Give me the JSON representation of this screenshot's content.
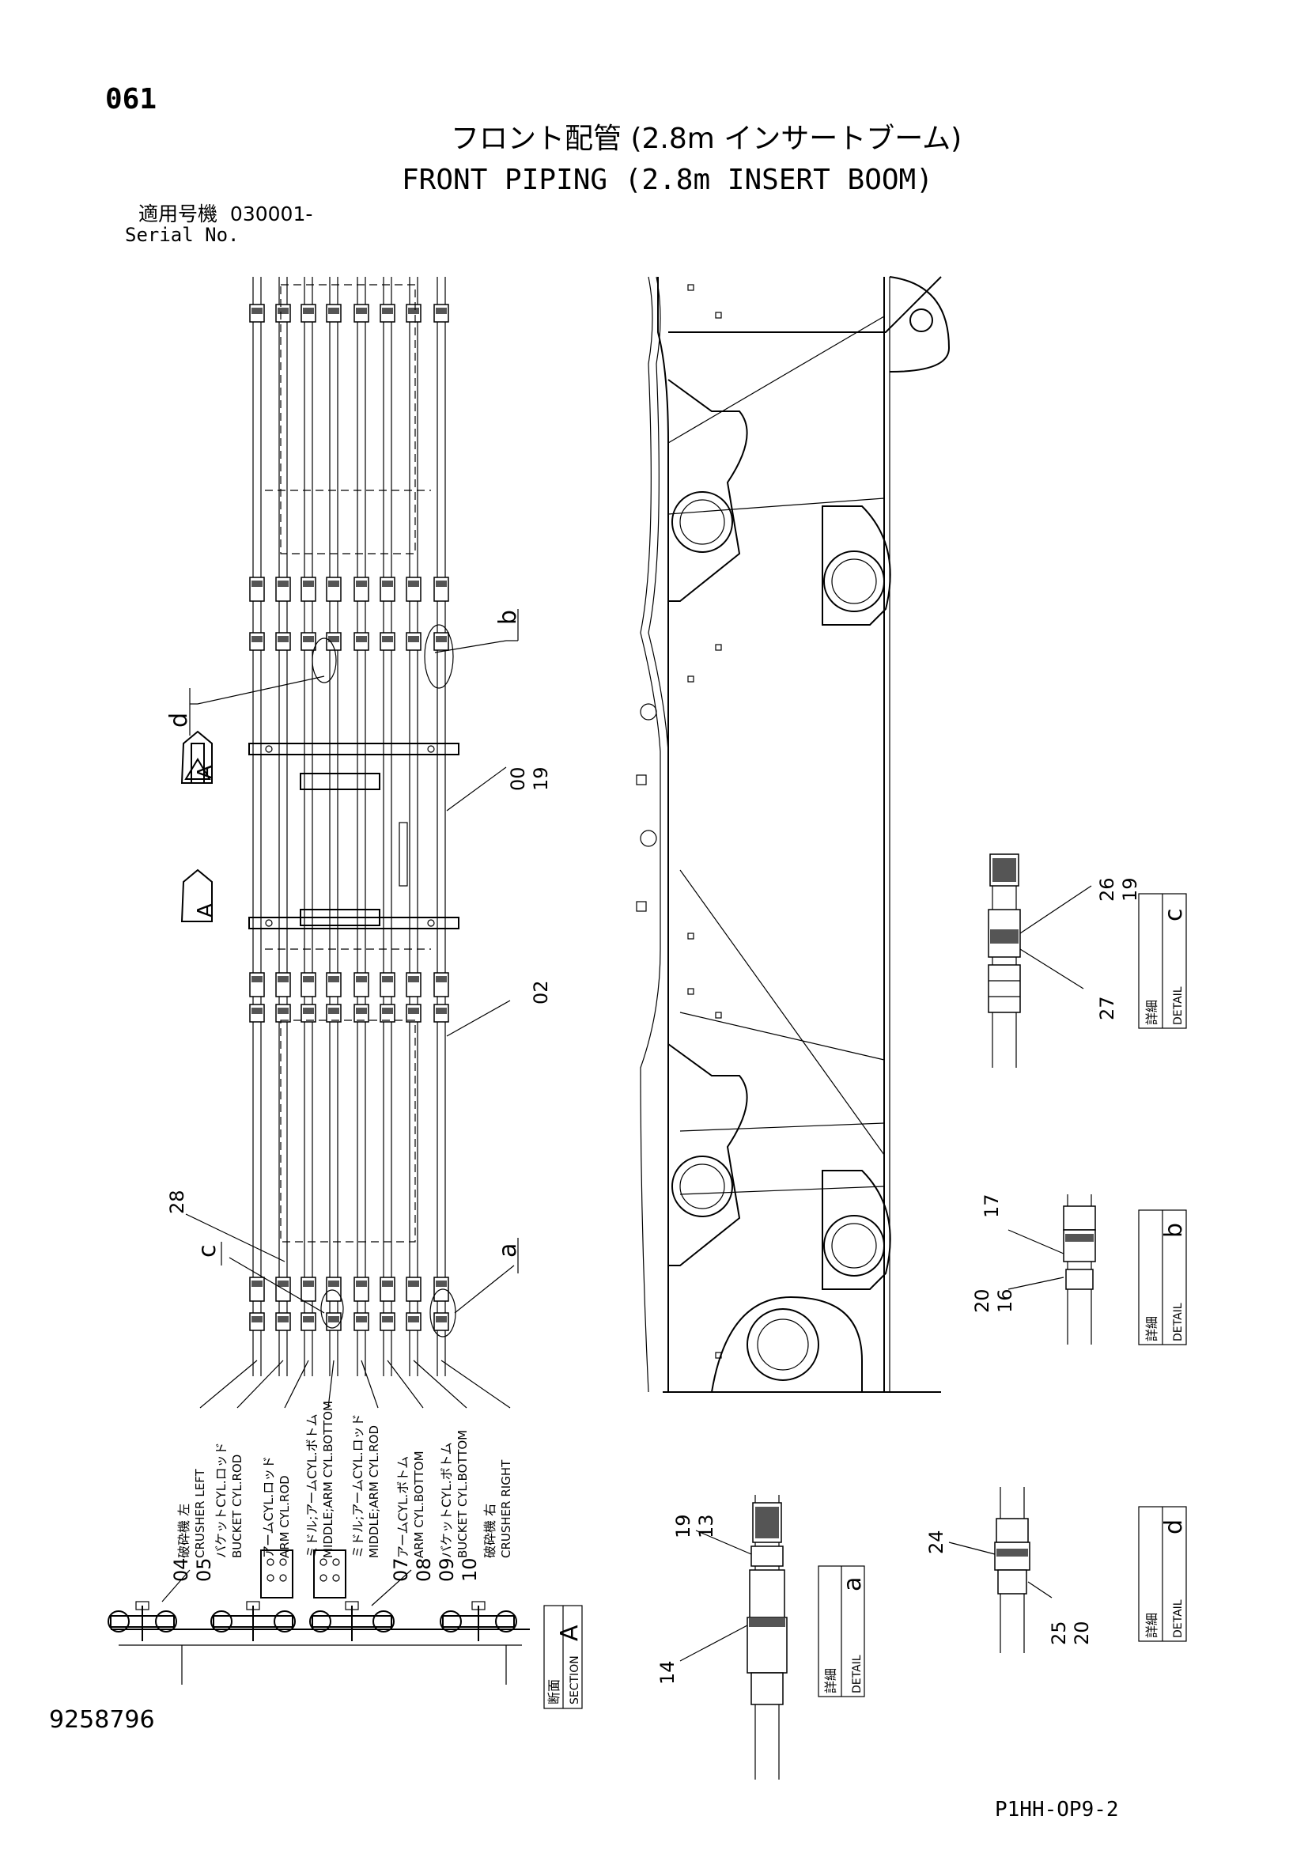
{
  "page_number": "061",
  "title_jp": "フロント配管 (2.8m インサートブーム)",
  "title_en": "FRONT PIPING (2.8m INSERT BOOM)",
  "serial_label_jp": "適用号機",
  "serial_value": "030001-",
  "serial_label_en": "Serial No.",
  "document_number": "9258796",
  "drawing_code": "P1HH-OP9-2",
  "section_box": {
    "label_jp": "断面",
    "label_en": "SECTION",
    "letter": "A"
  },
  "section_arrow_letter": "A",
  "detail_boxes": [
    {
      "id": "c",
      "label_jp": "詳細",
      "label_en": "DETAIL",
      "letter": "c"
    },
    {
      "id": "b",
      "label_jp": "詳細",
      "label_en": "DETAIL",
      "letter": "b"
    },
    {
      "id": "d",
      "label_jp": "詳細",
      "label_en": "DETAIL",
      "letter": "d"
    },
    {
      "id": "a",
      "label_jp": "詳細",
      "label_en": "DETAIL",
      "letter": "a"
    }
  ],
  "callouts": {
    "d": "d",
    "b": "b",
    "c": "c",
    "a": "a",
    "p00": "00",
    "p19": "19",
    "p02": "02",
    "p28": "28",
    "p26": "26",
    "p19c": "19",
    "p27": "27",
    "p17": "17",
    "p20b": "20",
    "p16": "16",
    "p19a": "19",
    "p13": "13",
    "p14": "14",
    "p24": "24",
    "p25": "25",
    "p20d": "20",
    "p04": "04",
    "p05": "05",
    "p07": "07",
    "p08": "08",
    "p09": "09",
    "p10": "10"
  },
  "hose_labels": [
    {
      "jp": "破砕機 左",
      "en": "CRUSHER LEFT"
    },
    {
      "jp": "バケットCYL.ロッド",
      "en": "BUCKET CYL.ROD"
    },
    {
      "jp": "アームCYL.ロッド",
      "en": "ARM CYL.ROD"
    },
    {
      "jp": "ミドル;アームCYL.ボトム",
      "en": "MIDDLE;ARM CYL.BOTTOM"
    },
    {
      "jp": "ミドル;アームCYL.ロッド",
      "en": "MIDDLE;ARM CYL.ROD"
    },
    {
      "jp": "アームCYL.ボトム",
      "en": "ARM CYL.BOTTOM"
    },
    {
      "jp": "バケットCYL.ボトム",
      "en": "BUCKET CYL.BOTTOM"
    },
    {
      "jp": "破砕機 右",
      "en": "CRUSHER RIGHT"
    }
  ]
}
